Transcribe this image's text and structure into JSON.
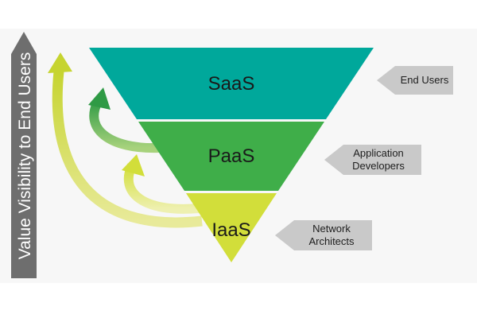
{
  "axis_label": "Value Visibility to End Users",
  "layers": [
    {
      "name": "SaaS",
      "color": "#00a89b"
    },
    {
      "name": "PaaS",
      "color": "#3fae49"
    },
    {
      "name": "IaaS",
      "color": "#d2de3a"
    }
  ],
  "roles": [
    {
      "lines": [
        "End Users"
      ]
    },
    {
      "lines": [
        "Application",
        "Developers"
      ]
    },
    {
      "lines": [
        "Network",
        "Architects"
      ]
    }
  ],
  "colors": {
    "background_panel": "#f7f7f7",
    "axis_arrow": "#6e6e6e",
    "role_arrow": "#c9c9c9",
    "arrow_dark_green": "#3aa547",
    "arrow_yellow_green": "#c6d430",
    "arrow_pale_yellow": "#e4e880"
  }
}
